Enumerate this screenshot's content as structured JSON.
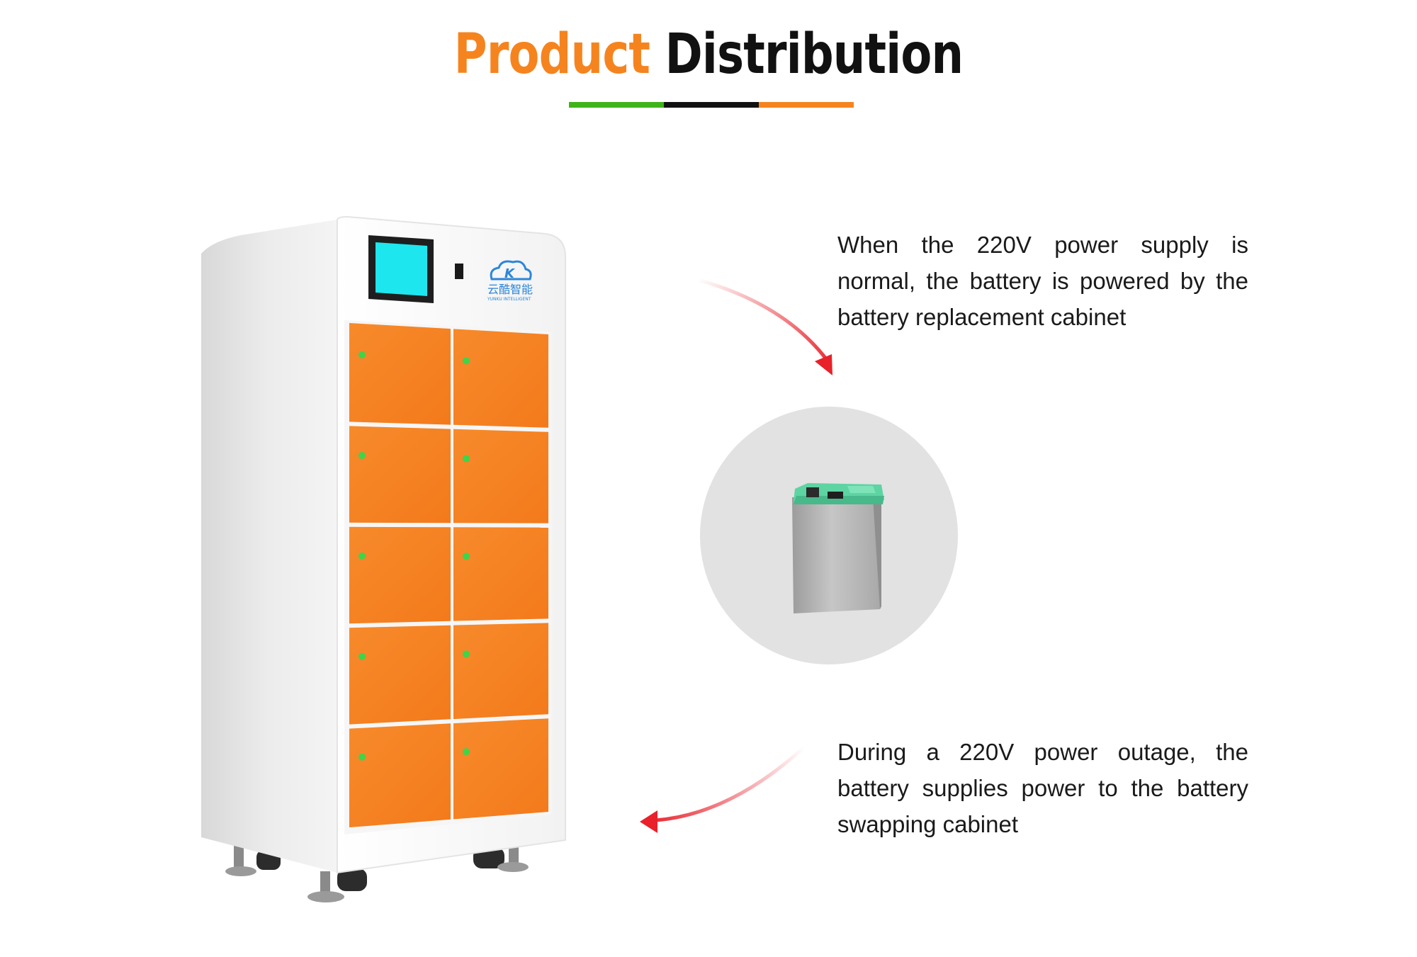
{
  "title": {
    "part1": "Product",
    "part2": "Distribution"
  },
  "colors": {
    "orange": "#f5841f",
    "green": "#3fb31a",
    "black": "#111111",
    "screen": "#1de6ee",
    "arrow": "#e8212a",
    "circle": "#e2e2e2"
  },
  "cabinet": {
    "logo_cn": "云酷智能",
    "logo_en": "YUNKU INTELLIGENT"
  },
  "texts": {
    "normal": "When the 220V power supply is normal, the battery is powered by the battery replacement cabinet",
    "outage": "During a 220V power outage, the battery supplies power to the battery swapping cabinet"
  }
}
